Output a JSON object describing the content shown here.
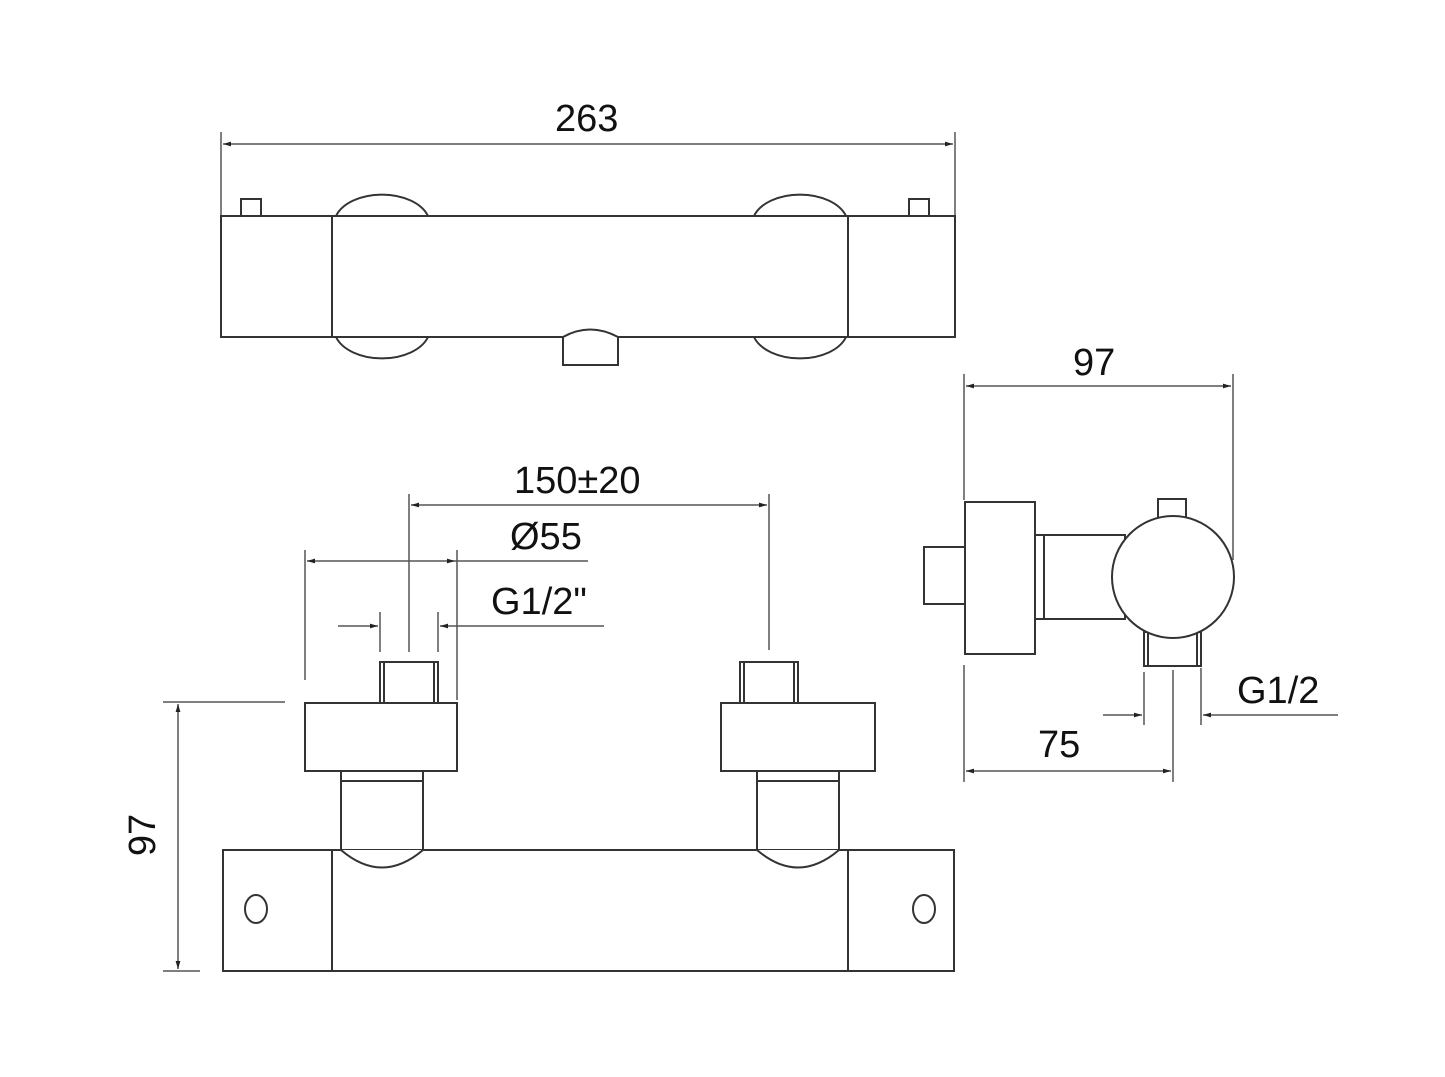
{
  "diagram": {
    "type": "technical-drawing",
    "subject": "thermostatic shower mixer dimensions",
    "units": "mm",
    "line_color": "#333333",
    "background": "#ffffff",
    "views": {
      "top_view": {
        "dimensions": {
          "overall_width": "263"
        }
      },
      "front_view": {
        "dimensions": {
          "inlet_centers": "150±20",
          "flange_diameter": "Ø55",
          "inlet_thread": "G1/2\"",
          "height": "97"
        }
      },
      "side_view": {
        "dimensions": {
          "depth": "97",
          "outlet_offset": "75",
          "outlet_thread": "G1/2"
        }
      }
    }
  }
}
